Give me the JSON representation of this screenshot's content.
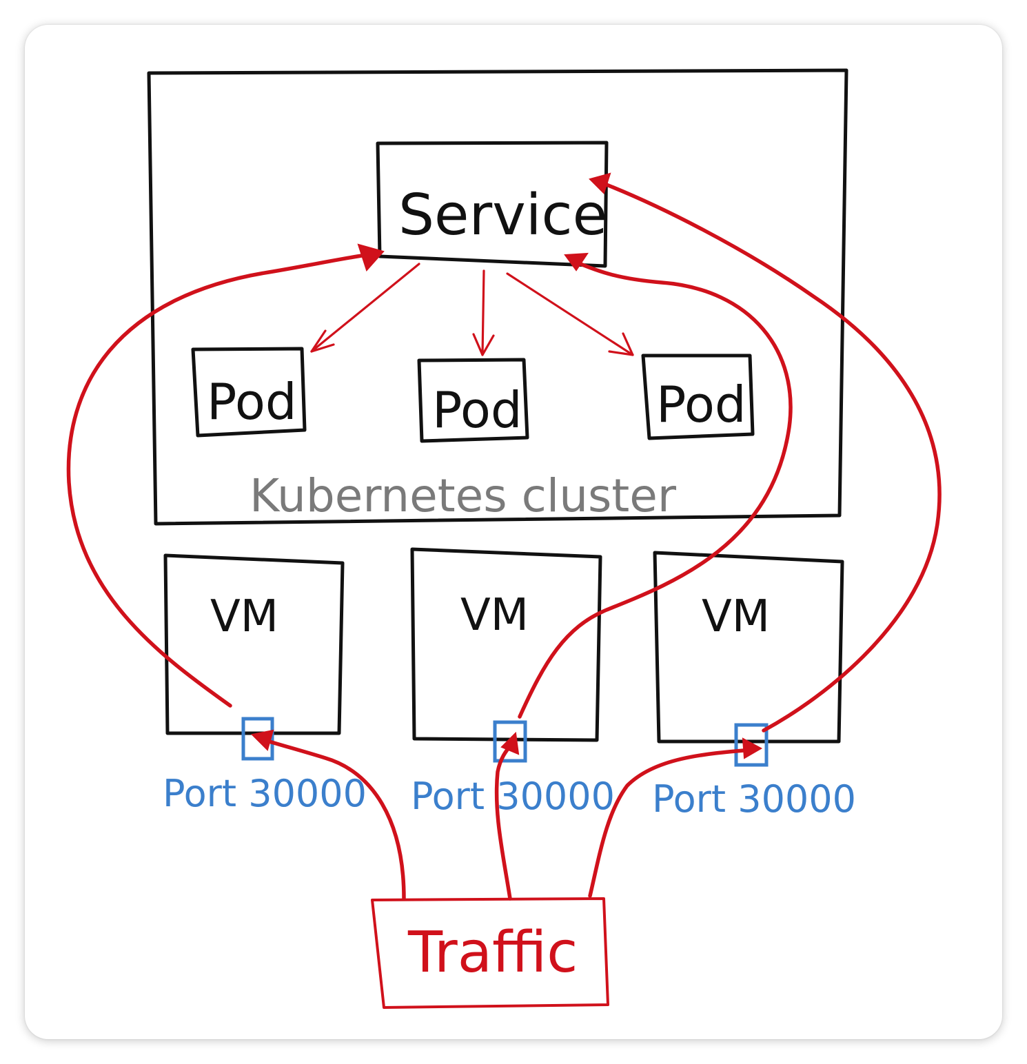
{
  "diagram": {
    "cluster_label": "Kubernetes cluster",
    "service_label": "Service",
    "pods": [
      {
        "label": "Pod"
      },
      {
        "label": "Pod"
      },
      {
        "label": "Pod"
      }
    ],
    "vms": [
      {
        "label": "VM",
        "port_label": "Port 30000"
      },
      {
        "label": "VM",
        "port_label": "Port 30000"
      },
      {
        "label": "VM",
        "port_label": "Port 30000"
      }
    ],
    "traffic_label": "Traffic"
  },
  "colors": {
    "ink": "#111111",
    "traffic_red": "#d0111b",
    "port_blue": "#3b7fcc",
    "cluster_label_gray": "#7a7a7a"
  }
}
